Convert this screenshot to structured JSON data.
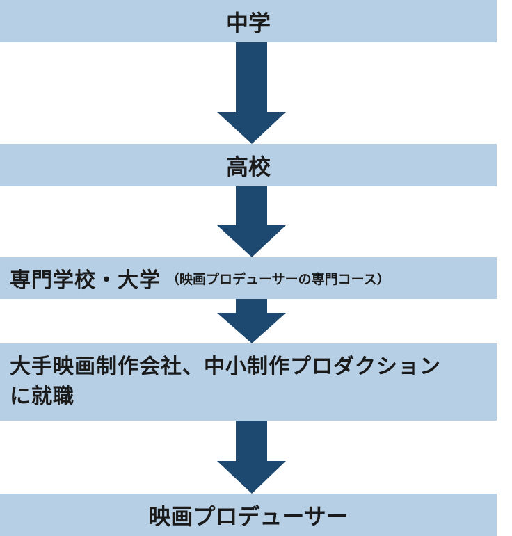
{
  "colors": {
    "box_background": "#b7cfe4",
    "arrow": "#1d4870",
    "text": "#1a1a1a"
  },
  "steps": [
    {
      "label": "中学"
    },
    {
      "label": "高校"
    },
    {
      "label": "専門学校・大学",
      "note": "（映画プロデューサーの専門コース）"
    },
    {
      "label_line1": "大手映画制作会社、中小制作プロダクション",
      "label_line2": "に就職"
    },
    {
      "label": "映画プロデューサー"
    }
  ]
}
